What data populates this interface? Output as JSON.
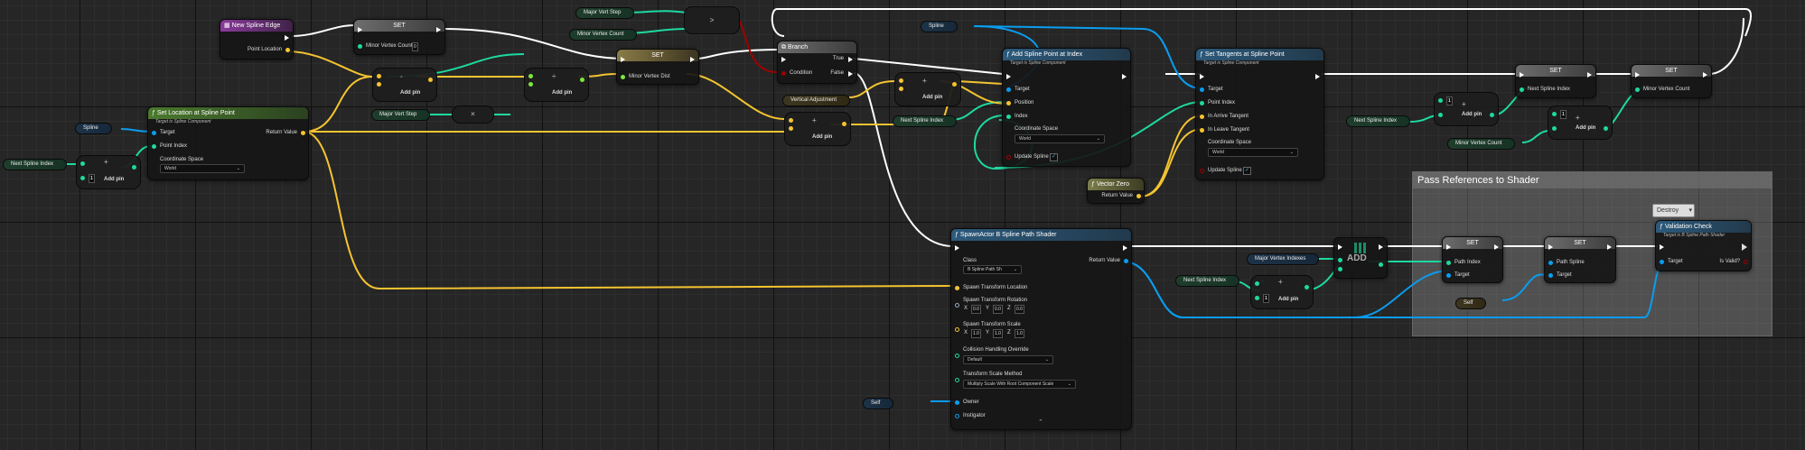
{
  "nodes": {
    "new_spline_edge": {
      "title": "New Spline Edge",
      "pin": "Point Location"
    },
    "set_minor_vertex_count_top": {
      "title": "SET",
      "pin": "Minor Vertex Count",
      "value": "0"
    },
    "major_vert_step_1": {
      "label": "Major Vert Step"
    },
    "minor_vertex_count_1": {
      "label": "Minor Vertex Count"
    },
    "greater": {
      "symbol": ">"
    },
    "set_minor_vertex_dist": {
      "title": "SET",
      "pin": "Minor Vertex Dist"
    },
    "branch": {
      "title": "Branch",
      "condition": "Condition",
      "true": "True",
      "false": "False"
    },
    "spline_var": {
      "label": "Spline"
    },
    "vertical_adjustment": {
      "label": "Vertical Adjustment"
    },
    "add_spline_point": {
      "title": "Add Spline Point at Index",
      "subtitle": "Target is Spline Component",
      "pins": [
        "Target",
        "Position",
        "Index"
      ],
      "coord_label": "Coordinate Space",
      "coord_value": "World",
      "update": "Update Spline"
    },
    "set_tangents": {
      "title": "Set Tangents at Spline Point",
      "subtitle": "Target is Spline Component",
      "pins": [
        "Target",
        "Point Index",
        "In Arrive Tangent",
        "In Leave Tangent"
      ],
      "coord_label": "Coordinate Space",
      "coord_value": "World",
      "update": "Update Spline"
    },
    "vector_zero": {
      "title": "Vector Zero",
      "pin": "Return Value"
    },
    "set_loc_spline_point": {
      "title": "Set Location at Spline Point",
      "subtitle": "Target is Spline Component",
      "pins": [
        "Target",
        "Point Index"
      ],
      "return": "Return Value",
      "coord_label": "Coordinate Space",
      "coord_value": "World"
    },
    "spline_var_left": {
      "label": "Spline"
    },
    "next_spline_index_left": {
      "label": "Next Spline Index"
    },
    "major_vert_step_2": {
      "label": "Major Vert Step"
    },
    "next_spline_index_mid": {
      "label": "Next Spline Index"
    },
    "set_next_spline_index": {
      "title": "SET",
      "pin": "Next Spline Index"
    },
    "set_minor_vertex_count": {
      "title": "SET",
      "pin": "Minor Vertex Count"
    },
    "next_spline_index_right": {
      "label": "Next Spline Index"
    },
    "minor_vertex_count_2": {
      "label": "Minor Vertex Count"
    },
    "spawn_actor": {
      "title": "SpawnActor B Spline Path Shader",
      "class_label": "Class",
      "class_value": "B Spline Path Sh",
      "return": "Return Value",
      "pins": [
        "Spawn Transform Location",
        "Spawn Transform Rotation",
        "Spawn Transform Scale",
        "Collision Handling Override",
        "Transform Scale Method",
        "Owner",
        "Instigator"
      ],
      "rotation": [
        "0.0",
        "0.0",
        "0.0"
      ],
      "scale": [
        "1.0",
        "1.0",
        "1.0"
      ],
      "collision_value": "Default",
      "scale_method_value": "Multiply Scale With Root Component Scale"
    },
    "self_1": {
      "label": "Self"
    },
    "self_2": {
      "label": "Self"
    },
    "major_vertex_indexes": {
      "label": "Major Vertex Indexes"
    },
    "next_spline_index_bottom": {
      "label": "Next Spline Index"
    },
    "add_array": {
      "label": "ADD"
    },
    "set_path_index": {
      "title": "SET",
      "pins": [
        "Path Index",
        "Target"
      ]
    },
    "set_path_spline": {
      "title": "SET",
      "pins": [
        "Path Spline",
        "Target"
      ]
    },
    "validation_check": {
      "title": "Validation Check",
      "subtitle": "Target is B Spline Path Shader",
      "pins": [
        "Target",
        "Is Valid?"
      ]
    },
    "destroy": {
      "label": "Destroy"
    }
  },
  "add_pin_label": "Add pin",
  "op_symbols": {
    "add": "+",
    "subtract": "-",
    "divide": "÷",
    "multiply": "×"
  },
  "literal_one": "1",
  "x_label": "X",
  "y_label": "Y",
  "z_label": "Z",
  "comment": {
    "title": "Pass References to Shader"
  },
  "colors": {
    "exec": "#ffffff",
    "int": "#1ed9a0",
    "float": "#7ee83a",
    "vector": "#f4c430",
    "object": "#0a9df0",
    "bool": "#a00000"
  }
}
